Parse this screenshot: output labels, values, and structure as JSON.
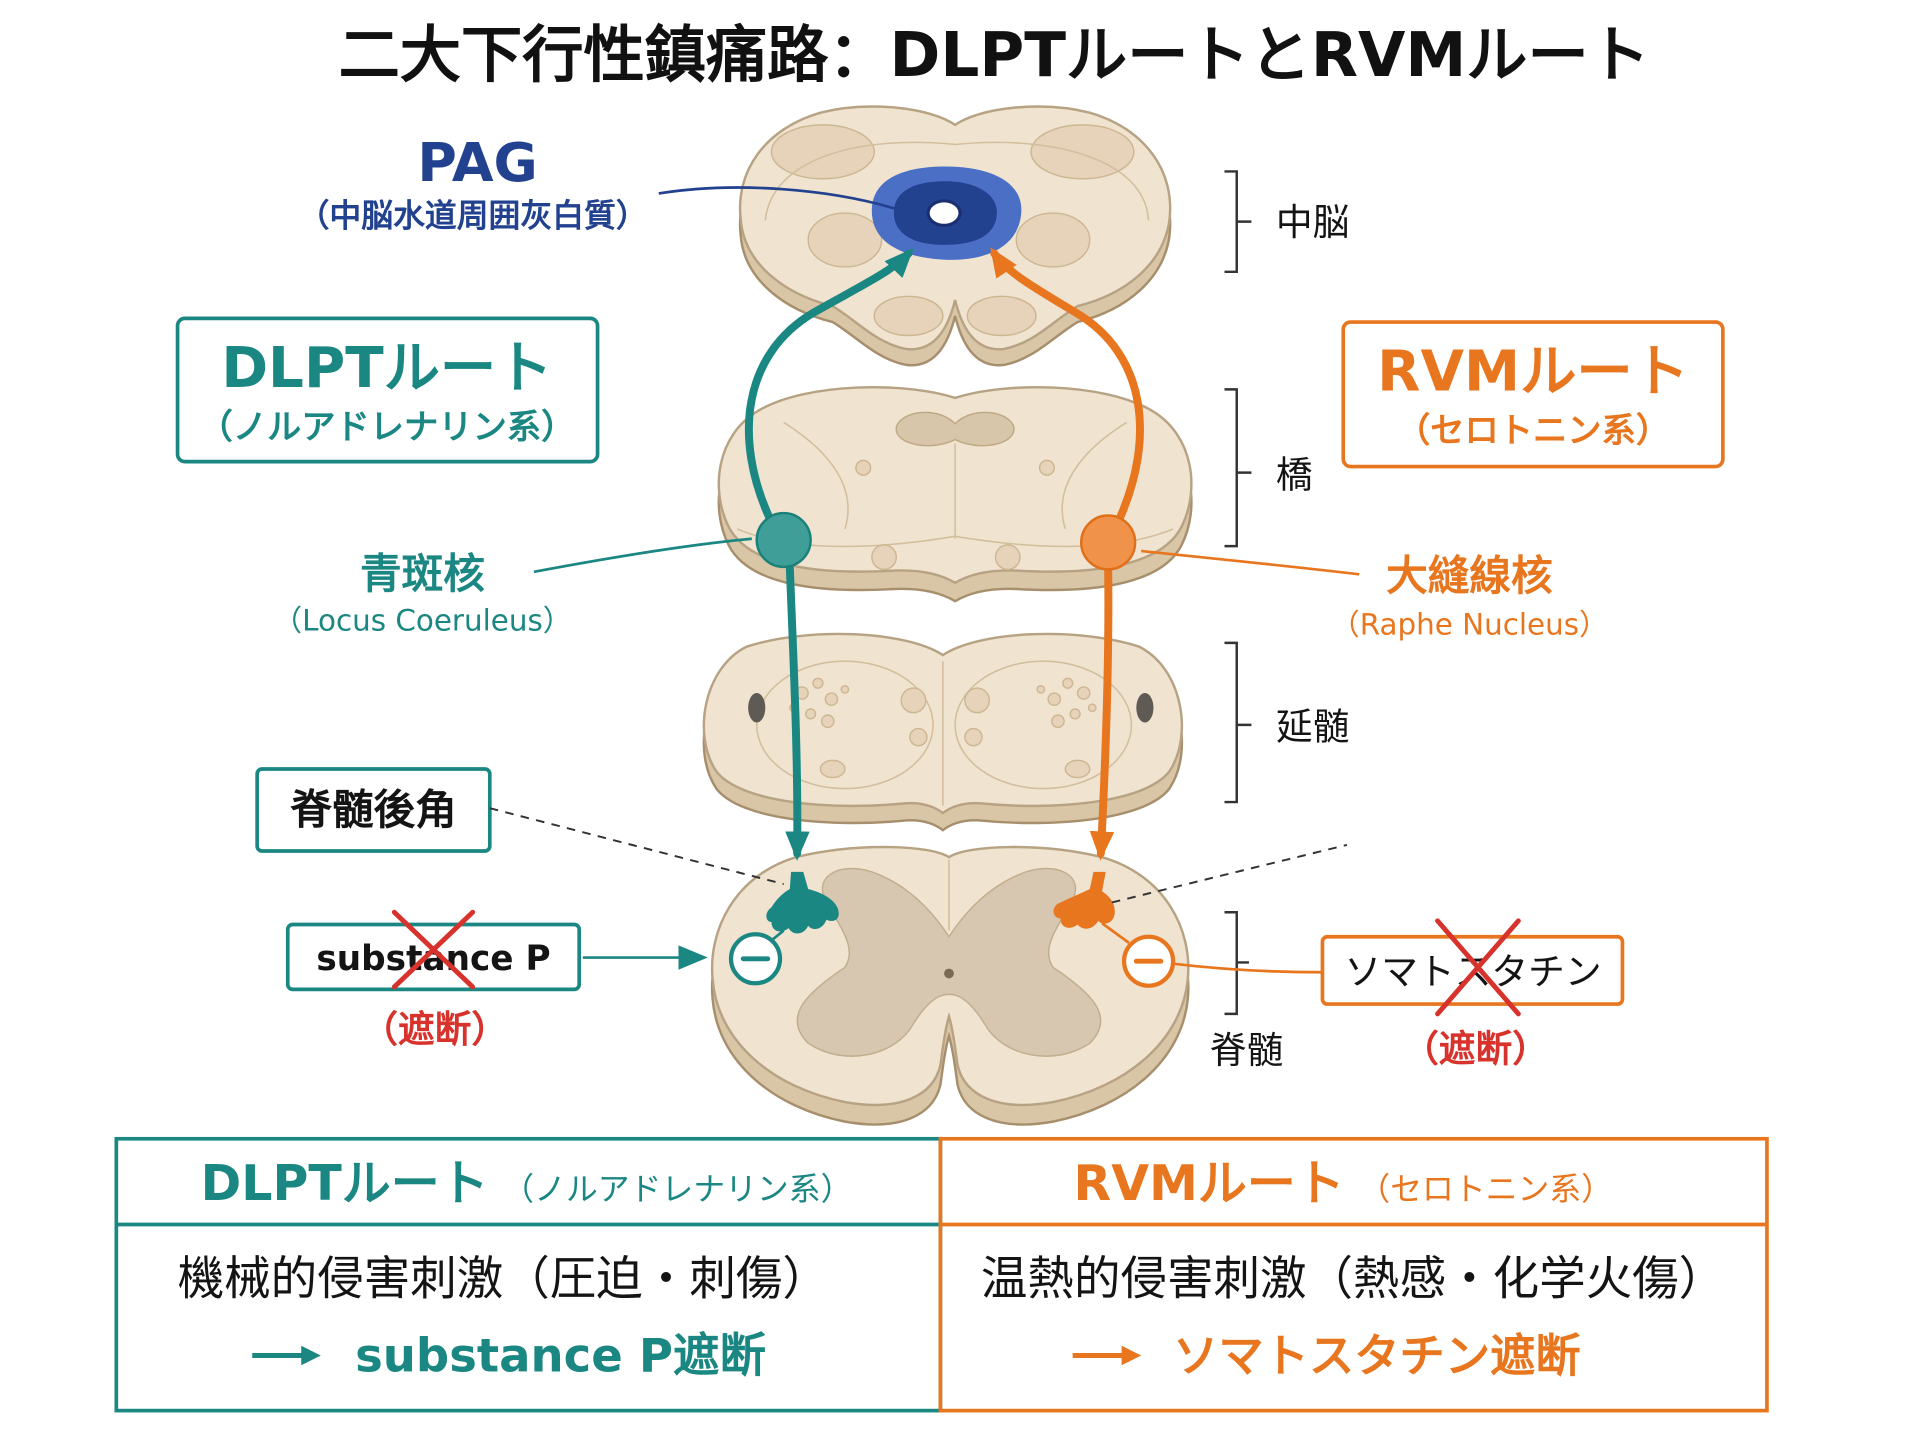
{
  "title": "二大下行性鎮痛路：DLPTルートとRVMルート",
  "pag": {
    "name": "PAG",
    "full_name": "（中脳水道周囲灰白質）"
  },
  "dlpt_box": {
    "title": "DLPTルート",
    "subtitle": "（ノルアドレナリン系）"
  },
  "rvm_box": {
    "title": "RVMルート",
    "subtitle": "（セロトニン系）"
  },
  "locus_coeruleus": {
    "name": "青斑核",
    "latin": "（Locus Coeruleus）"
  },
  "raphe_nucleus": {
    "name": "大縫線核",
    "latin": "（Raphe Nucleus）"
  },
  "levels": {
    "midbrain": "中脳",
    "pons": "橋",
    "medulla": "延髄",
    "spinal_cord": "脊髄"
  },
  "dorsal_horn_label": "脊髄後角",
  "blocked_left": {
    "substance": "substance P",
    "status": "（遮断）"
  },
  "blocked_right": {
    "substance": "ソマトスタチン",
    "status": "（遮断）"
  },
  "table": {
    "dlpt": {
      "title": "DLPTルート",
      "subtitle": "（ノルアドレナリン系）",
      "stimulus": "機械的侵害刺激（圧迫・刺傷）",
      "result": "substance P遮断"
    },
    "rvm": {
      "title": "RVMルート",
      "subtitle": "（セロトニン系）",
      "stimulus": "温熱的侵害刺激（熱感・化学火傷）",
      "result": "ソマトスタチン遮断"
    }
  },
  "colors": {
    "dlpt": "#1b8783",
    "rvm": "#e8761f",
    "pag": "#22418f",
    "blocked": "#d8322c",
    "tissue": "#f0e4d1"
  },
  "icons": {
    "inhibition": "minus-circle-icon",
    "blocked": "red-x-icon",
    "arrow": "right-arrow-icon"
  }
}
